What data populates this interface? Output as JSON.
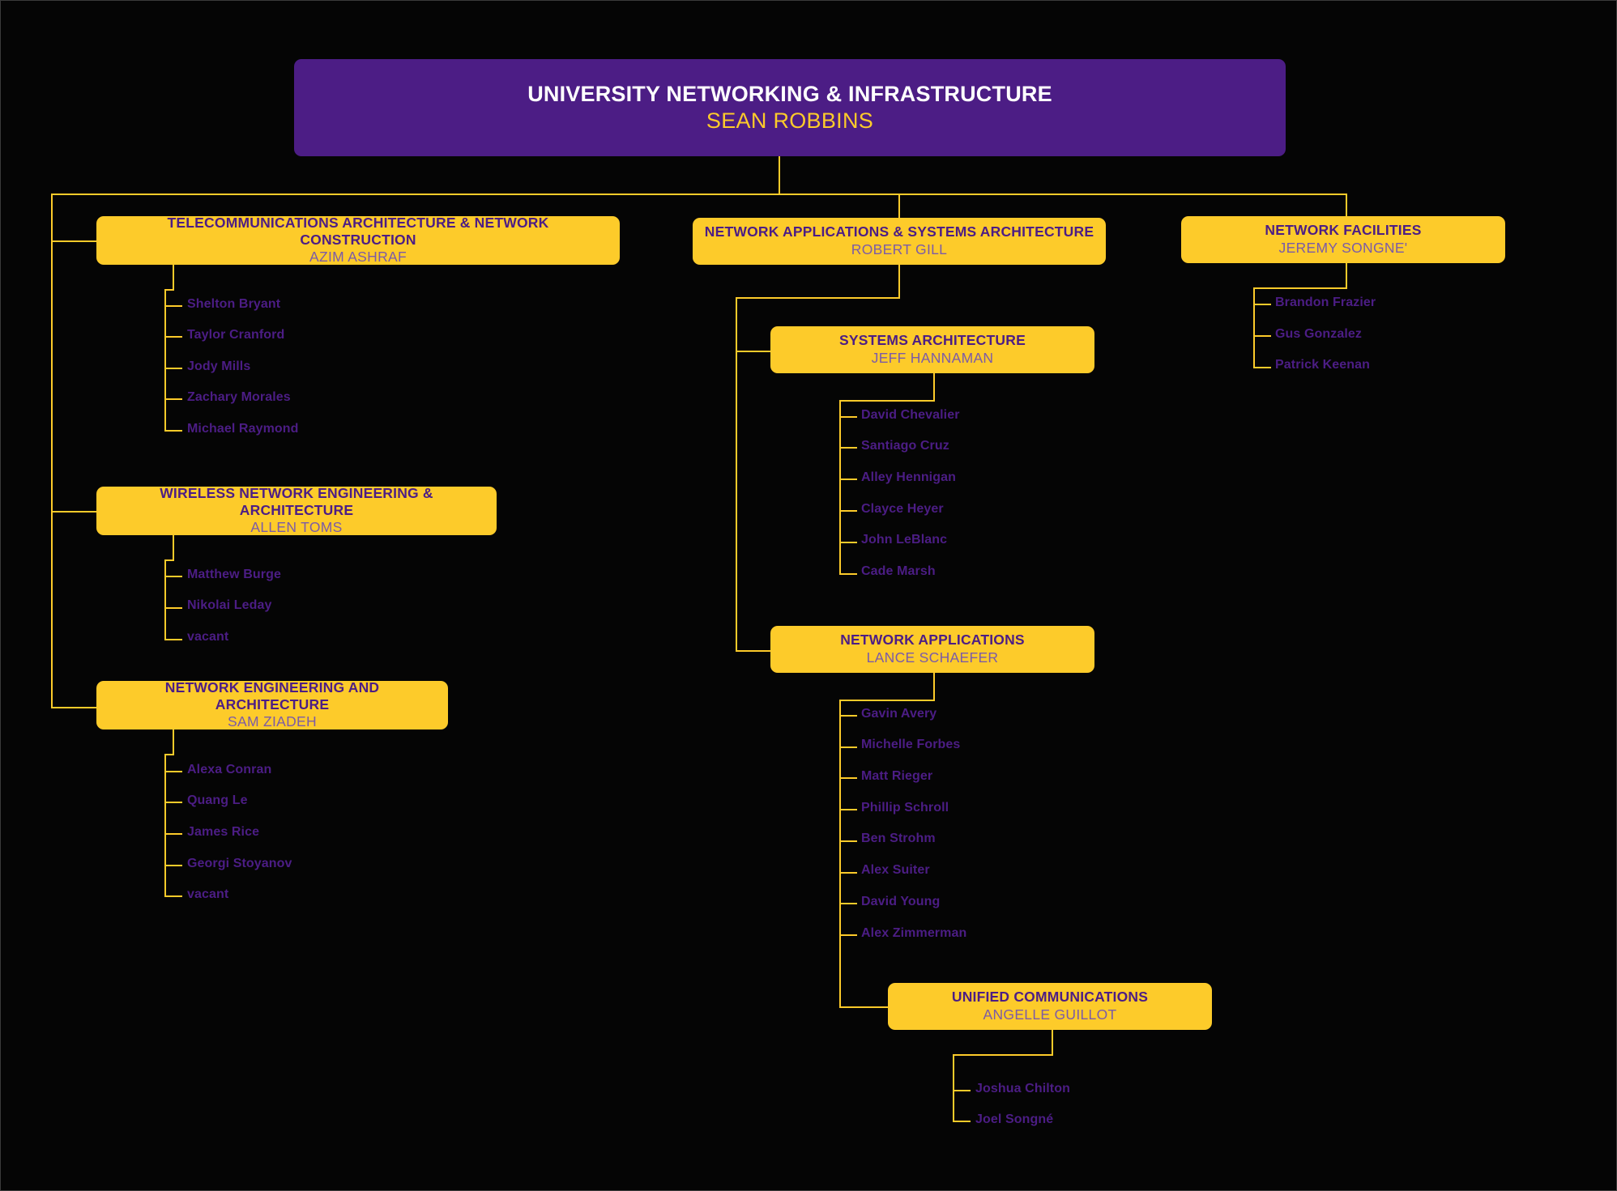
{
  "chart_title": "University Networking & Infrastructure Organizational Chart",
  "colors": {
    "background": "#050505",
    "root_box": "#4C1D85",
    "unit_box": "#FDCB2A",
    "connector": "#FDCB2A",
    "root_title_text": "#FFFFFF",
    "root_person_text": "#FDCB2A",
    "unit_title_text": "#4C1D85",
    "unit_person_text": "#7B5BA8",
    "staff_text": "#4C1D85"
  },
  "root": {
    "title": "UNIVERSITY NETWORKING & INFRASTRUCTURE",
    "person": "SEAN ROBBINS"
  },
  "units": {
    "telecom": {
      "title": "TELECOMMUNICATIONS ARCHITECTURE & NETWORK CONSTRUCTION",
      "person": "AZIM ASHRAF",
      "staff": [
        "Shelton Bryant",
        "Taylor Cranford",
        "Jody Mills",
        "Zachary Morales",
        "Michael Raymond"
      ]
    },
    "wireless": {
      "title": "WIRELESS NETWORK ENGINEERING & ARCHITECTURE",
      "person": "ALLEN TOMS",
      "staff": [
        "Matthew Burge",
        "Nikolai Leday",
        "vacant"
      ]
    },
    "netengarch": {
      "title": "NETWORK ENGINEERING AND ARCHITECTURE",
      "person": "SAM ZIADEH",
      "staff": [
        "Alexa Conran",
        "Quang Le",
        "James Rice",
        "Georgi Stoyanov",
        "vacant"
      ]
    },
    "netappsys": {
      "title": "NETWORK APPLICATIONS & SYSTEMS ARCHITECTURE",
      "person": "ROBERT GILL",
      "staff": []
    },
    "sysarch": {
      "title": "SYSTEMS ARCHITECTURE",
      "person": "JEFF HANNAMAN",
      "staff": [
        "David Chevalier",
        "Santiago Cruz",
        "Alley Hennigan",
        "Clayce Heyer",
        "John LeBlanc",
        "Cade Marsh"
      ]
    },
    "netapps": {
      "title": "NETWORK APPLICATIONS",
      "person": "LANCE SCHAEFER",
      "staff": [
        "Gavin Avery",
        "Michelle Forbes",
        "Matt Rieger",
        "Phillip Schroll",
        "Ben Strohm",
        "Alex Suiter",
        "David Young",
        "Alex Zimmerman"
      ]
    },
    "unifiedcomm": {
      "title": "UNIFIED COMMUNICATIONS",
      "person": "ANGELLE GUILLOT",
      "staff": [
        "Joshua Chilton",
        "Joel Songné"
      ]
    },
    "netfac": {
      "title": "NETWORK FACILITIES",
      "person": "JEREMY SONGNE'",
      "staff": [
        "Brandon Frazier",
        "Gus Gonzalez",
        "Patrick Keenan"
      ]
    }
  }
}
